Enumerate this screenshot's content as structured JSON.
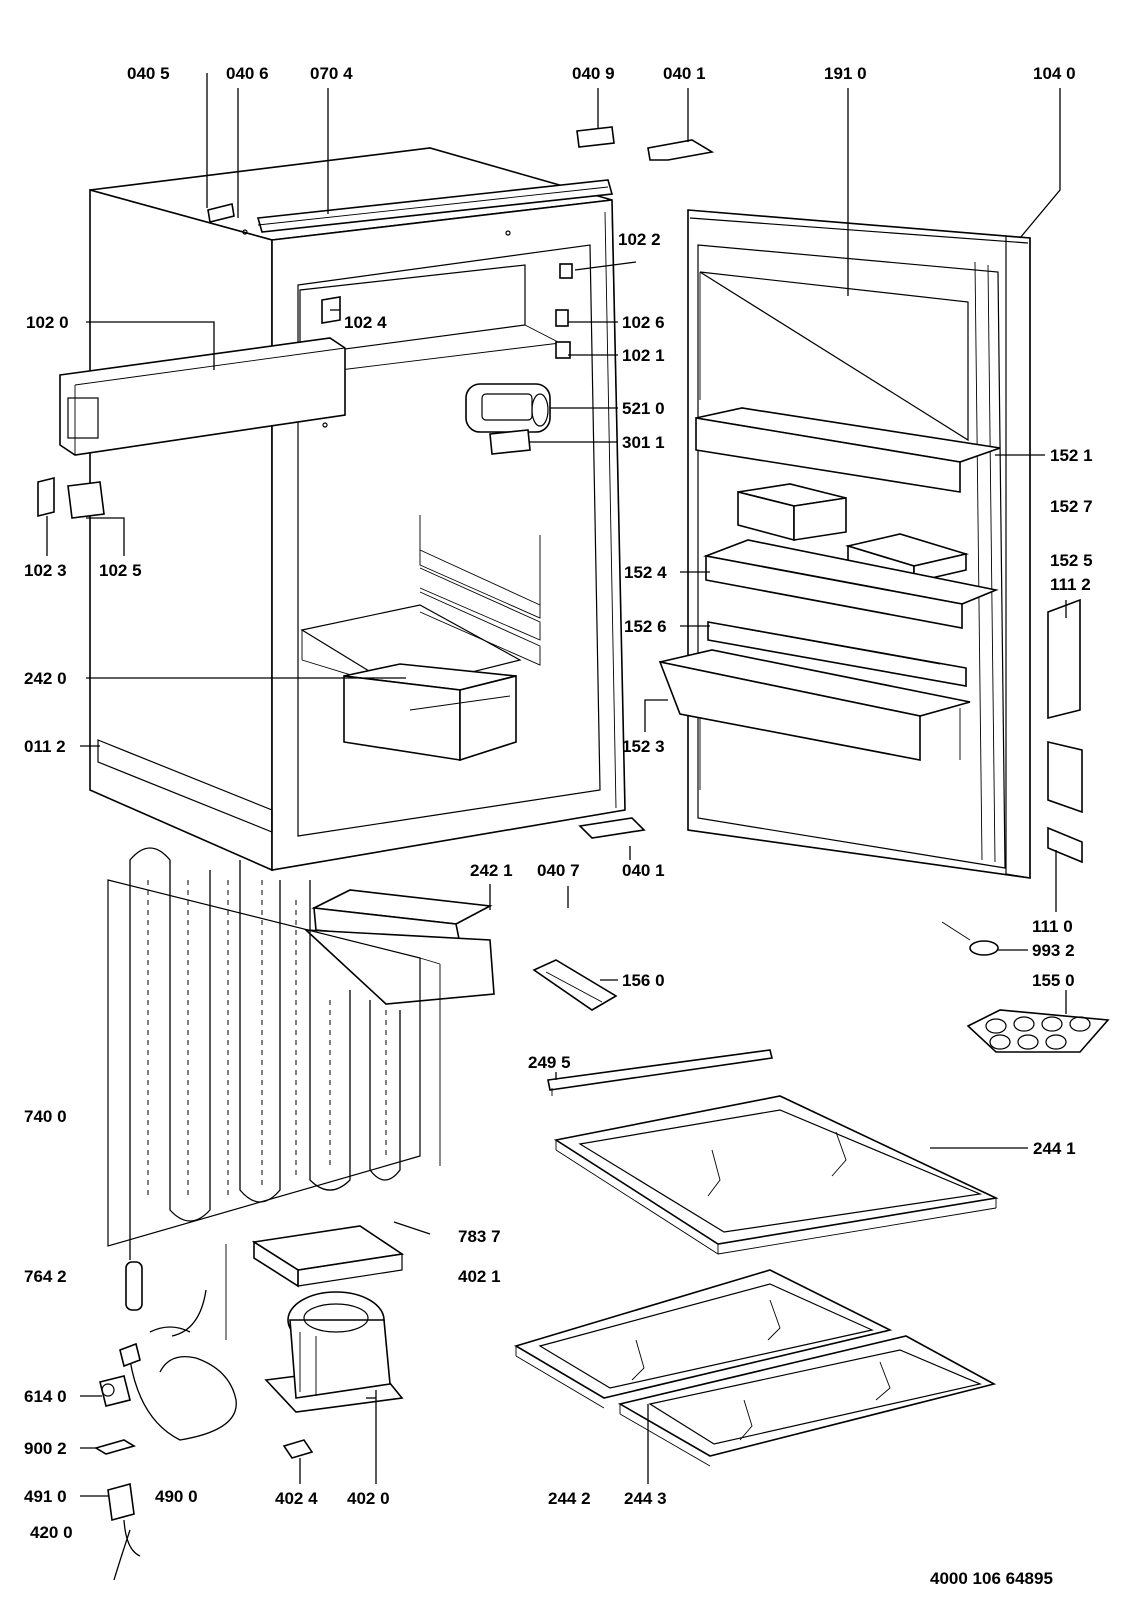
{
  "labels": [
    {
      "id": "0405",
      "text": "040 5"
    },
    {
      "id": "0406",
      "text": "040 6"
    },
    {
      "id": "0704",
      "text": "070 4"
    },
    {
      "id": "0409",
      "text": "040 9"
    },
    {
      "id": "0401a",
      "text": "040 1"
    },
    {
      "id": "1910",
      "text": "191 0"
    },
    {
      "id": "1040",
      "text": "104 0"
    },
    {
      "id": "1022",
      "text": "102 2"
    },
    {
      "id": "1020",
      "text": "102 0"
    },
    {
      "id": "1024",
      "text": "102 4"
    },
    {
      "id": "1026",
      "text": "102 6"
    },
    {
      "id": "1021",
      "text": "102 1"
    },
    {
      "id": "5210",
      "text": "521 0"
    },
    {
      "id": "3011",
      "text": "301 1"
    },
    {
      "id": "1521",
      "text": "152 1"
    },
    {
      "id": "1527",
      "text": "152 7"
    },
    {
      "id": "1023",
      "text": "102 3"
    },
    {
      "id": "1025",
      "text": "102 5"
    },
    {
      "id": "1525",
      "text": "152 5"
    },
    {
      "id": "1112",
      "text": "111 2"
    },
    {
      "id": "1524",
      "text": "152 4"
    },
    {
      "id": "1526",
      "text": "152 6"
    },
    {
      "id": "2420",
      "text": "242 0"
    },
    {
      "id": "1523",
      "text": "152 3"
    },
    {
      "id": "0112",
      "text": "011 2"
    },
    {
      "id": "2421",
      "text": "242 1"
    },
    {
      "id": "0407",
      "text": "040 7"
    },
    {
      "id": "0401b",
      "text": "040 1"
    },
    {
      "id": "1110",
      "text": "111 0"
    },
    {
      "id": "9932",
      "text": "993 2"
    },
    {
      "id": "1560",
      "text": "156 0"
    },
    {
      "id": "1550",
      "text": "155 0"
    },
    {
      "id": "2495",
      "text": "249 5"
    },
    {
      "id": "7400",
      "text": "740 0"
    },
    {
      "id": "2441",
      "text": "244 1"
    },
    {
      "id": "7837",
      "text": "783 7"
    },
    {
      "id": "7642",
      "text": "764 2"
    },
    {
      "id": "4021",
      "text": "402 1"
    },
    {
      "id": "6140",
      "text": "614 0"
    },
    {
      "id": "9002",
      "text": "900 2"
    },
    {
      "id": "4910",
      "text": "491 0"
    },
    {
      "id": "4900",
      "text": "490 0"
    },
    {
      "id": "4024",
      "text": "402 4"
    },
    {
      "id": "4020",
      "text": "402 0"
    },
    {
      "id": "2442",
      "text": "244 2"
    },
    {
      "id": "2443",
      "text": "244 3"
    },
    {
      "id": "4200",
      "text": "420 0"
    }
  ],
  "drawing_number": "4000 106 64895"
}
